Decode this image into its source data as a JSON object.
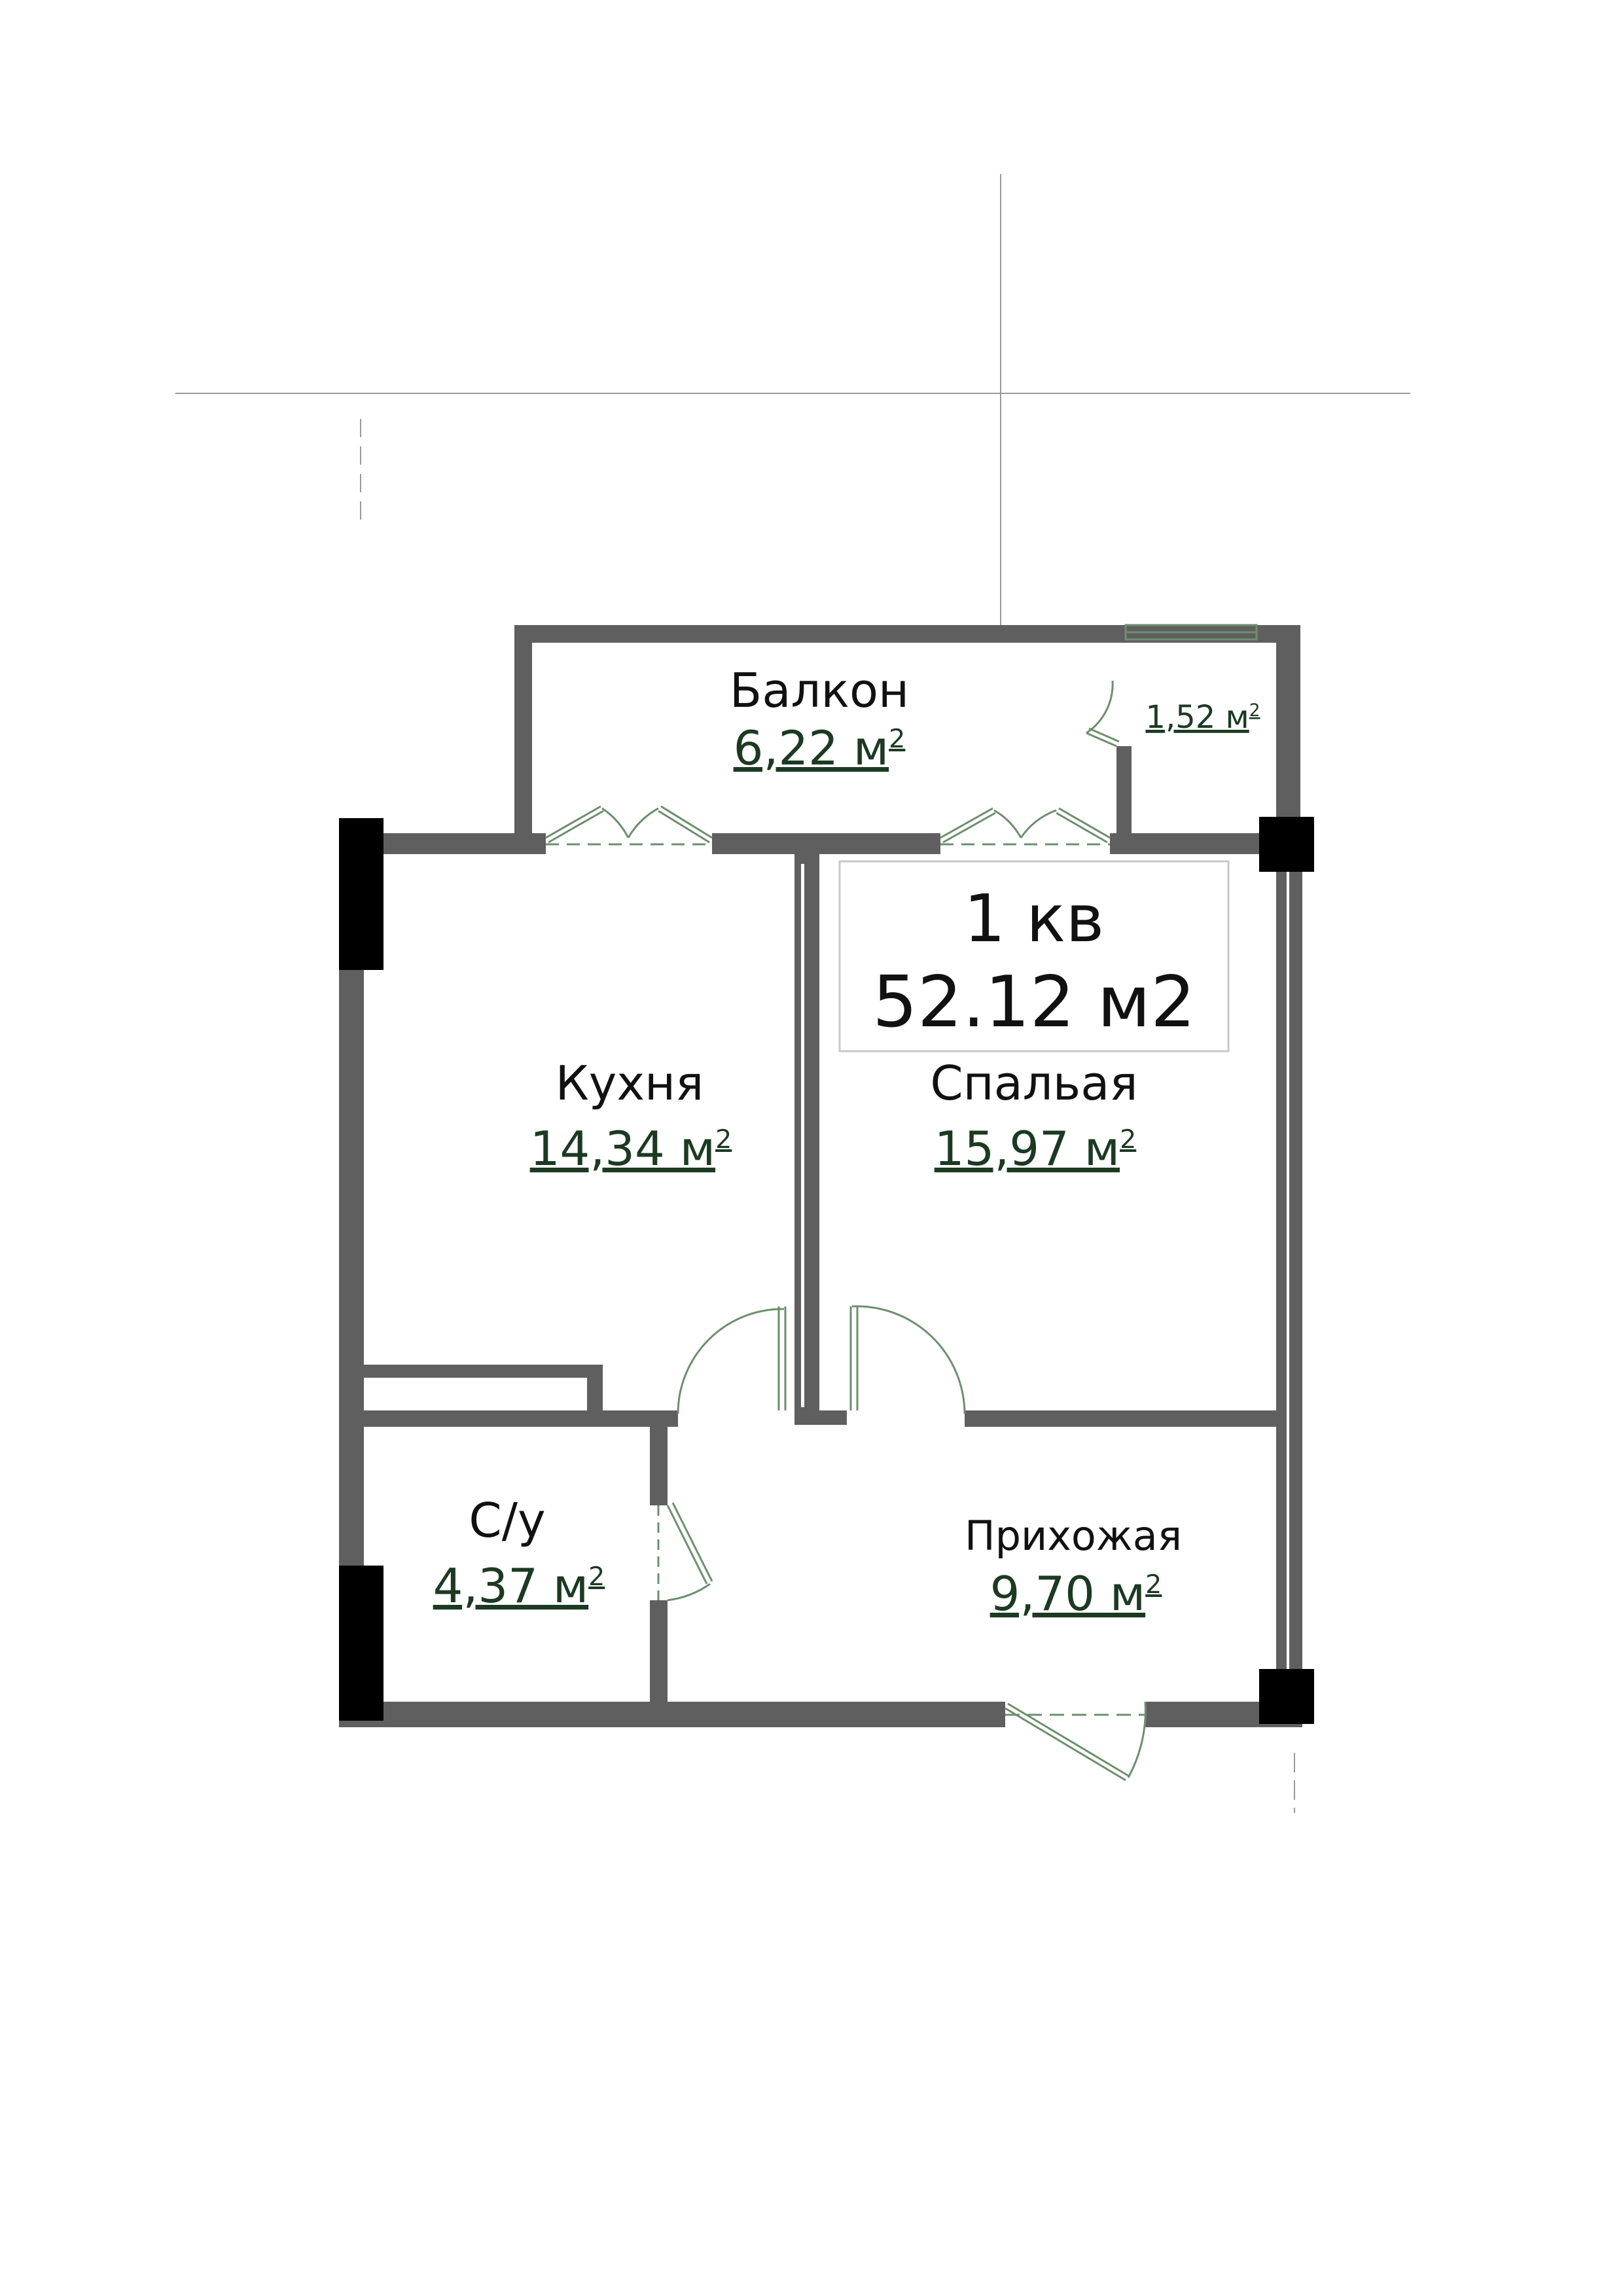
{
  "apartment": {
    "title": "1 кв",
    "total_area": "52.12 м2"
  },
  "rooms": {
    "balcony": {
      "name": "Балкон",
      "area": "6,22 м",
      "unit_exp": "2"
    },
    "small_balcony": {
      "area": "1,52 м",
      "unit_exp": "2"
    },
    "kitchen": {
      "name": "Кухня",
      "area": "14,34 м",
      "unit_exp": "2"
    },
    "bedroom": {
      "name": "Спальая",
      "area": "15,97 м",
      "unit_exp": "2"
    },
    "bathroom": {
      "name": "С/у",
      "area": "4,37 м",
      "unit_exp": "2"
    },
    "hallway": {
      "name": "Прихожая",
      "area": "9,70 м",
      "unit_exp": "2"
    }
  },
  "colors": {
    "wall": "#5f5f5f",
    "column": "#000000",
    "area_text": "#1c3a22",
    "door": "#6d8f6d",
    "guide": "#9a9a9a"
  }
}
